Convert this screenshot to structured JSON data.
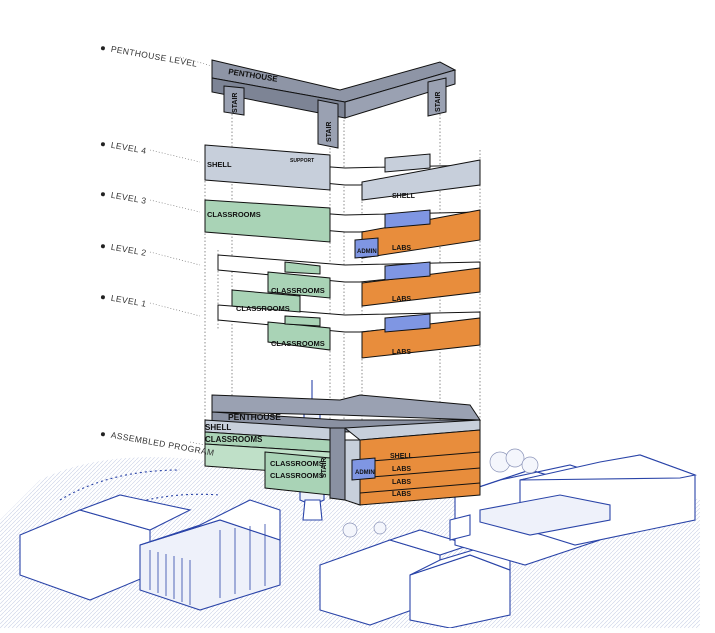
{
  "levels": {
    "penthouse_level": "PENTHOUSE LEVEL",
    "level4": "LEVEL 4",
    "level3": "LEVEL 3",
    "level2": "LEVEL 2",
    "level1": "LEVEL 1",
    "assembled": "ASSEMBLED PROGRAM"
  },
  "blocks": {
    "penthouse": "PENTHOUSE",
    "stair": "STAIR",
    "shell": "SHELL",
    "support": "SUPPORT",
    "classrooms": "CLASSROOMS",
    "admin": "ADMIN",
    "labs": "LABS"
  },
  "colors": {
    "penthouse": "#8e95a6",
    "shell": "#c7cfdb",
    "classrooms": "#a9d3b6",
    "labs": "#e88d3c",
    "admin": "#7f96e3",
    "context_line": "#2a44a8"
  }
}
